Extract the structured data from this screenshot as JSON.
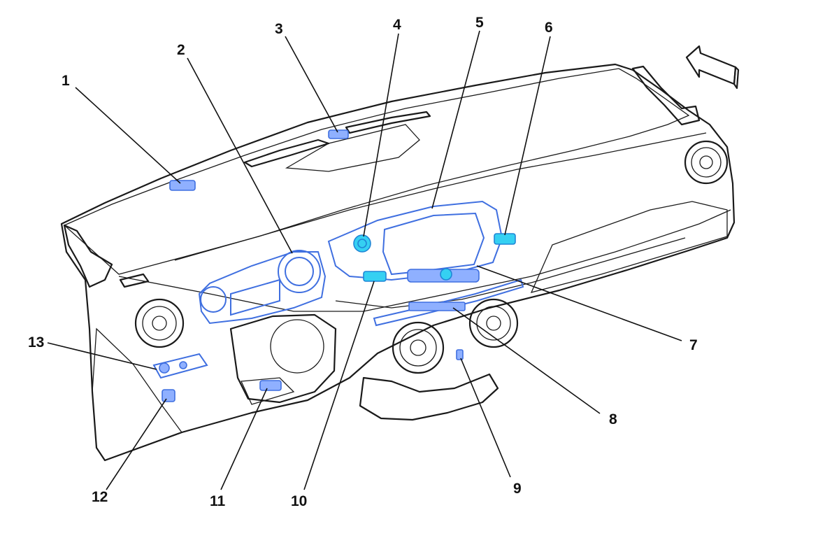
{
  "diagram": {
    "colors": {
      "panel_fill": "#d8d4c3",
      "panel_shadow": "#c9c4b0",
      "outline": "#1a1a1a",
      "highlight_blue": "#3f6fe0",
      "highlight_fill": "#8fb0ff",
      "highlight_cyan": "#35d0f2"
    },
    "icons": {
      "direction": "arrow-direction-icon"
    },
    "callouts": [
      {
        "id": "c1",
        "label": "1"
      },
      {
        "id": "c2",
        "label": "2"
      },
      {
        "id": "c3",
        "label": "3"
      },
      {
        "id": "c4",
        "label": "4"
      },
      {
        "id": "c5",
        "label": "5"
      },
      {
        "id": "c6",
        "label": "6"
      },
      {
        "id": "c7",
        "label": "7"
      },
      {
        "id": "c8",
        "label": "8"
      },
      {
        "id": "c9",
        "label": "9"
      },
      {
        "id": "c10",
        "label": "10"
      },
      {
        "id": "c11",
        "label": "11"
      },
      {
        "id": "c12",
        "label": "12"
      },
      {
        "id": "c13",
        "label": "13"
      }
    ]
  }
}
